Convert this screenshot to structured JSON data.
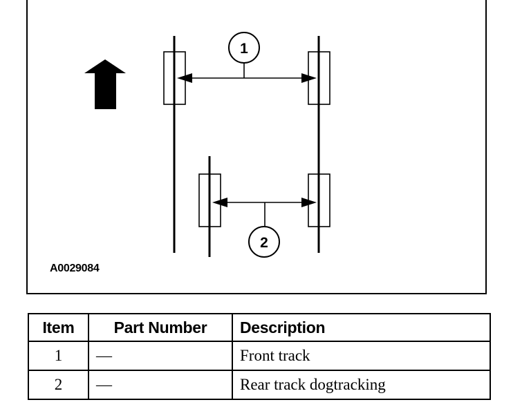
{
  "figure": {
    "code": "A0029084",
    "callouts": [
      "1",
      "2"
    ]
  },
  "legend_table": {
    "headers": [
      "Item",
      "Part Number",
      "Description"
    ],
    "rows": [
      [
        "1",
        "—",
        "Front track"
      ],
      [
        "2",
        "—",
        "Rear track dogtracking"
      ]
    ]
  }
}
